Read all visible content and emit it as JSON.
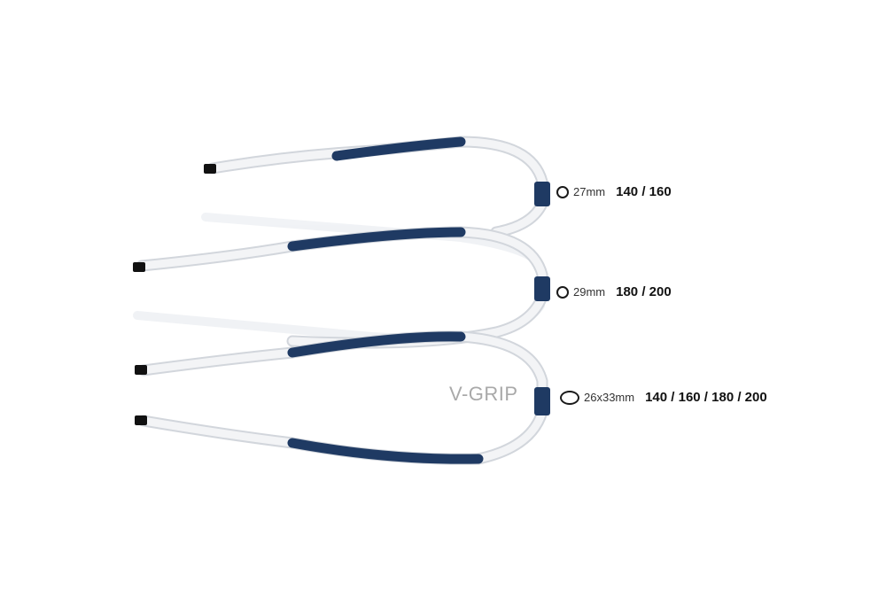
{
  "image": {
    "description": "Three windsurf booms (navy and white) with diameter and size specifications",
    "colors": {
      "navy": "#1f3a63",
      "white_section": "#eef1f5",
      "grey_bend": "#c8ccd2",
      "end_cap": "#111111",
      "label_grey": "#a9a9a9"
    }
  },
  "booms": [
    {
      "diameter": "27mm",
      "sizes": "140 / 160",
      "grip_shape": "round"
    },
    {
      "diameter": "29mm",
      "sizes": "180 / 200",
      "grip_shape": "round"
    },
    {
      "diameter": "26x33mm",
      "sizes": "140 / 160 / 180 / 200",
      "grip_shape": "oval",
      "grip_label": "V-GRIP"
    }
  ]
}
